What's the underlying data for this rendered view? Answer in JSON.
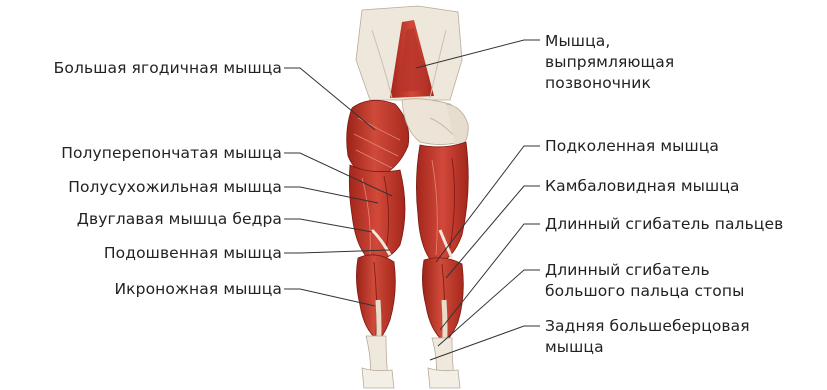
{
  "labels_left": [
    "Большая ягодичная мышца",
    "Полуперепончатая мышца",
    "Полусухожильная мышца",
    "Двуглавая мышца бедра",
    "Подошвенная мышца",
    "Икроножная мышца"
  ],
  "labels_right": [
    [
      "Мышца,",
      "выпрямляющая",
      "позвоночник"
    ],
    [
      "Подколенная мышца"
    ],
    [
      "Камбаловидная мышца"
    ],
    [
      "Длинный сгибатель пальцев"
    ],
    [
      "Длинный сгибатель",
      "большого пальца стопы"
    ],
    [
      "Задняя большеберцовая",
      "мышца"
    ]
  ],
  "colors": {
    "muscle": "#c0392b",
    "muscle_dark": "#8e1f16",
    "muscle_light": "#e07060",
    "tendon": "#efe8dc",
    "bone": "#f3eee6",
    "leader": "#333333",
    "text": "#222222"
  }
}
